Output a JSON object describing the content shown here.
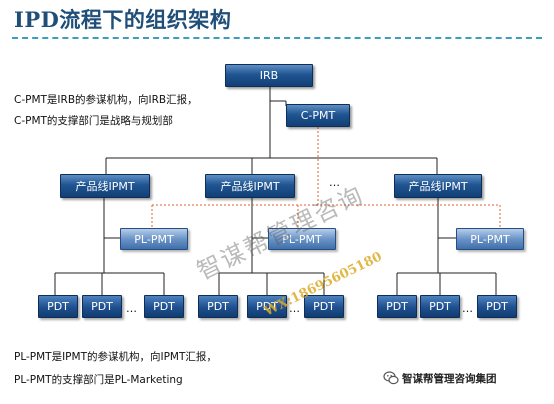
{
  "title": "IPD流程下的组织架构",
  "notes": {
    "top_line1": "C-PMT是IRB的参谋机构，向IRB汇报，",
    "top_line2": "C-PMT的支撑部门是战略与规划部",
    "bottom_line1": "PL-PMT是IPMT的参谋机构，向IPMT汇报，",
    "bottom_line2": "PL-PMT的支撑部门是PL-Marketing"
  },
  "nodes": {
    "irb": "IRB",
    "cpmt": "C-PMT",
    "ipmt": "产品线IPMT",
    "plpmt": "PL-PMT",
    "pdt": "PDT",
    "ellipsis": "…"
  },
  "watermark": {
    "text": "智谋帮管理咨询",
    "contact": "WX:18695605180"
  },
  "logo": {
    "text": "智谋帮管理咨询集团",
    "icon": "wechat-icon"
  },
  "colors": {
    "node_dark": "#1f5592",
    "node_light": "#6a94c8",
    "solid_line": "#222222",
    "dotted_line": "#e06030",
    "title": "#1f4e79"
  }
}
